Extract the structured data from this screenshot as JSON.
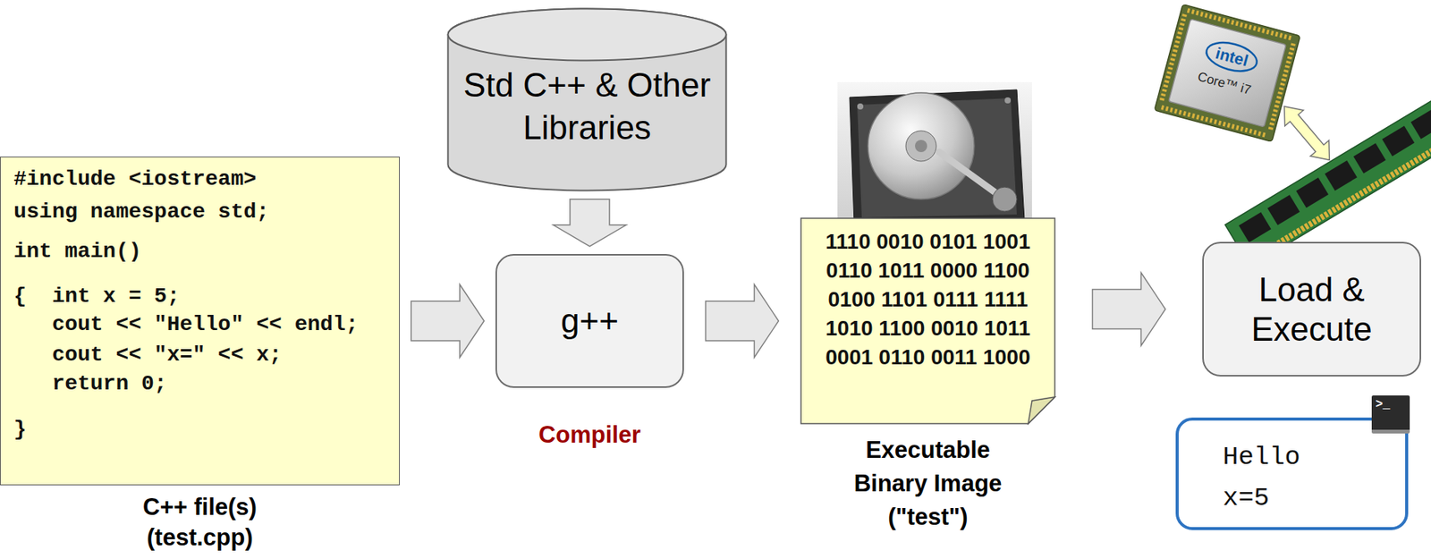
{
  "diagram": {
    "nodes": [
      {
        "text": [
          "#include <iostream>",
          "using namespace std;",
          "int main()",
          "{  int x = 5;",
          "cout << \"Hello\" << endl;",
          "cout << \"x=\" << x;",
          "return 0;",
          "}",
          "C++ file(s) (test.cpp)"
        ]
      },
      {
        "text": [
          "Std C++ & Other Libraries"
        ]
      },
      {
        "text": [
          "g++",
          "Compiler"
        ]
      },
      {
        "text": [
          "1110 0010 0101 1001",
          "0110 1011 0000 1100",
          "0100 1101 0111 1111",
          "1010 1100 0010 1011",
          "0001 0110 0011 1000",
          "Executable Binary Image (\"test\")"
        ]
      },
      {
        "text": [
          "Load & Execute"
        ]
      },
      {
        "text": [
          "Hello",
          "x=5"
        ]
      }
    ],
    "edges": [
      {
        "from": 0,
        "to": 2,
        "arrow": "to"
      },
      {
        "from": 1,
        "to": 2,
        "arrow": "to"
      },
      {
        "from": 2,
        "to": 3,
        "arrow": "to"
      },
      {
        "from": 3,
        "to": 4,
        "arrow": "to"
      }
    ],
    "labels": [
      "intel",
      "Core™ i7",
      ">_"
    ]
  }
}
